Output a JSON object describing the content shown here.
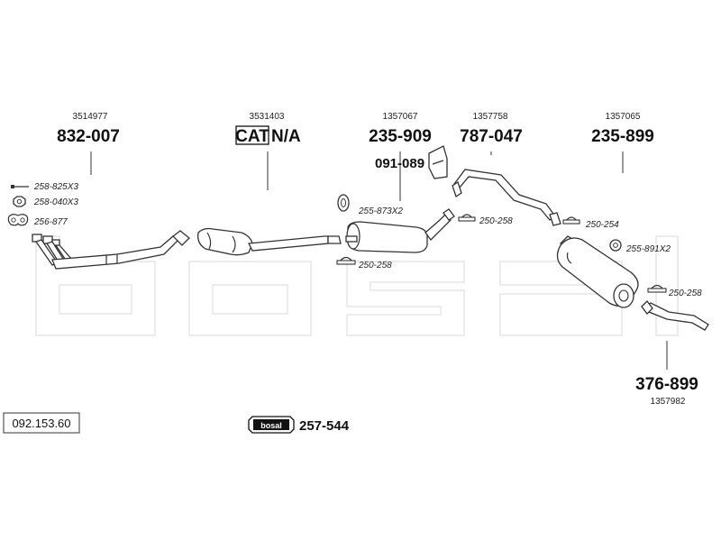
{
  "watermark": "bosal",
  "reference_number": "092.153.60",
  "front_pipe": {
    "oem": "3514977",
    "part": "832-007"
  },
  "catalyst": {
    "oem": "3531403",
    "part_box": "CAT",
    "part_suffix": "N/A"
  },
  "middle_silencer": {
    "oem": "1357067",
    "part": "235-909",
    "bracket_part": "091-089"
  },
  "intermediate_pipe": {
    "oem": "1357758",
    "part": "787-047"
  },
  "rear_silencer": {
    "oem": "1357065",
    "part": "235-899"
  },
  "tail_pipe": {
    "oem": "1357982",
    "part": "376-899"
  },
  "accessories": {
    "bolt": "258-825X3",
    "nut": "258-040X3",
    "gasket": "256-877",
    "rubber_mid": "255-873X2",
    "clamp_mid_lower": "250-258",
    "clamp_mid_upper": "250-258",
    "clamp_rear_front": "250-254",
    "rubber_rear": "255-891X2",
    "clamp_rear": "250-258"
  },
  "mounting_kit": {
    "logo": "bosal",
    "part": "257-544"
  }
}
